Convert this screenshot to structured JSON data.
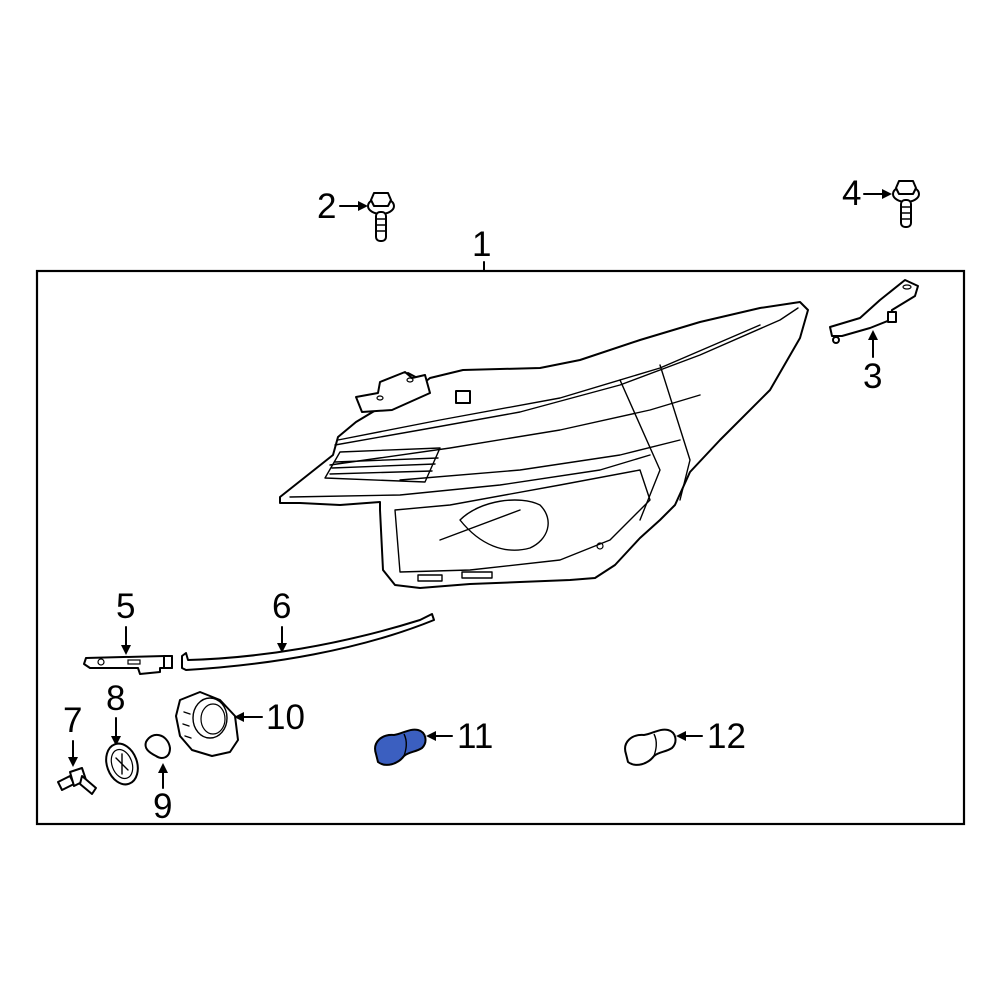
{
  "diagram": {
    "type": "exploded-parts-diagram",
    "subject": "Headlamp assembly",
    "highlight_color": "#3b5fc0",
    "callouts": [
      {
        "id": "1",
        "label": "1",
        "part": "headlamp-assembly"
      },
      {
        "id": "2",
        "label": "2",
        "part": "bolt"
      },
      {
        "id": "3",
        "label": "3",
        "part": "mounting-bracket"
      },
      {
        "id": "4",
        "label": "4",
        "part": "bolt"
      },
      {
        "id": "5",
        "label": "5",
        "part": "clip-bracket"
      },
      {
        "id": "6",
        "label": "6",
        "part": "trim-strip"
      },
      {
        "id": "7",
        "label": "7",
        "part": "bulb-socket"
      },
      {
        "id": "8",
        "label": "8",
        "part": "cap"
      },
      {
        "id": "9",
        "label": "9",
        "part": "seal-cover"
      },
      {
        "id": "10",
        "label": "10",
        "part": "dust-cover"
      },
      {
        "id": "11",
        "label": "11",
        "part": "bulb",
        "highlighted": true
      },
      {
        "id": "12",
        "label": "12",
        "part": "bulb"
      }
    ]
  }
}
